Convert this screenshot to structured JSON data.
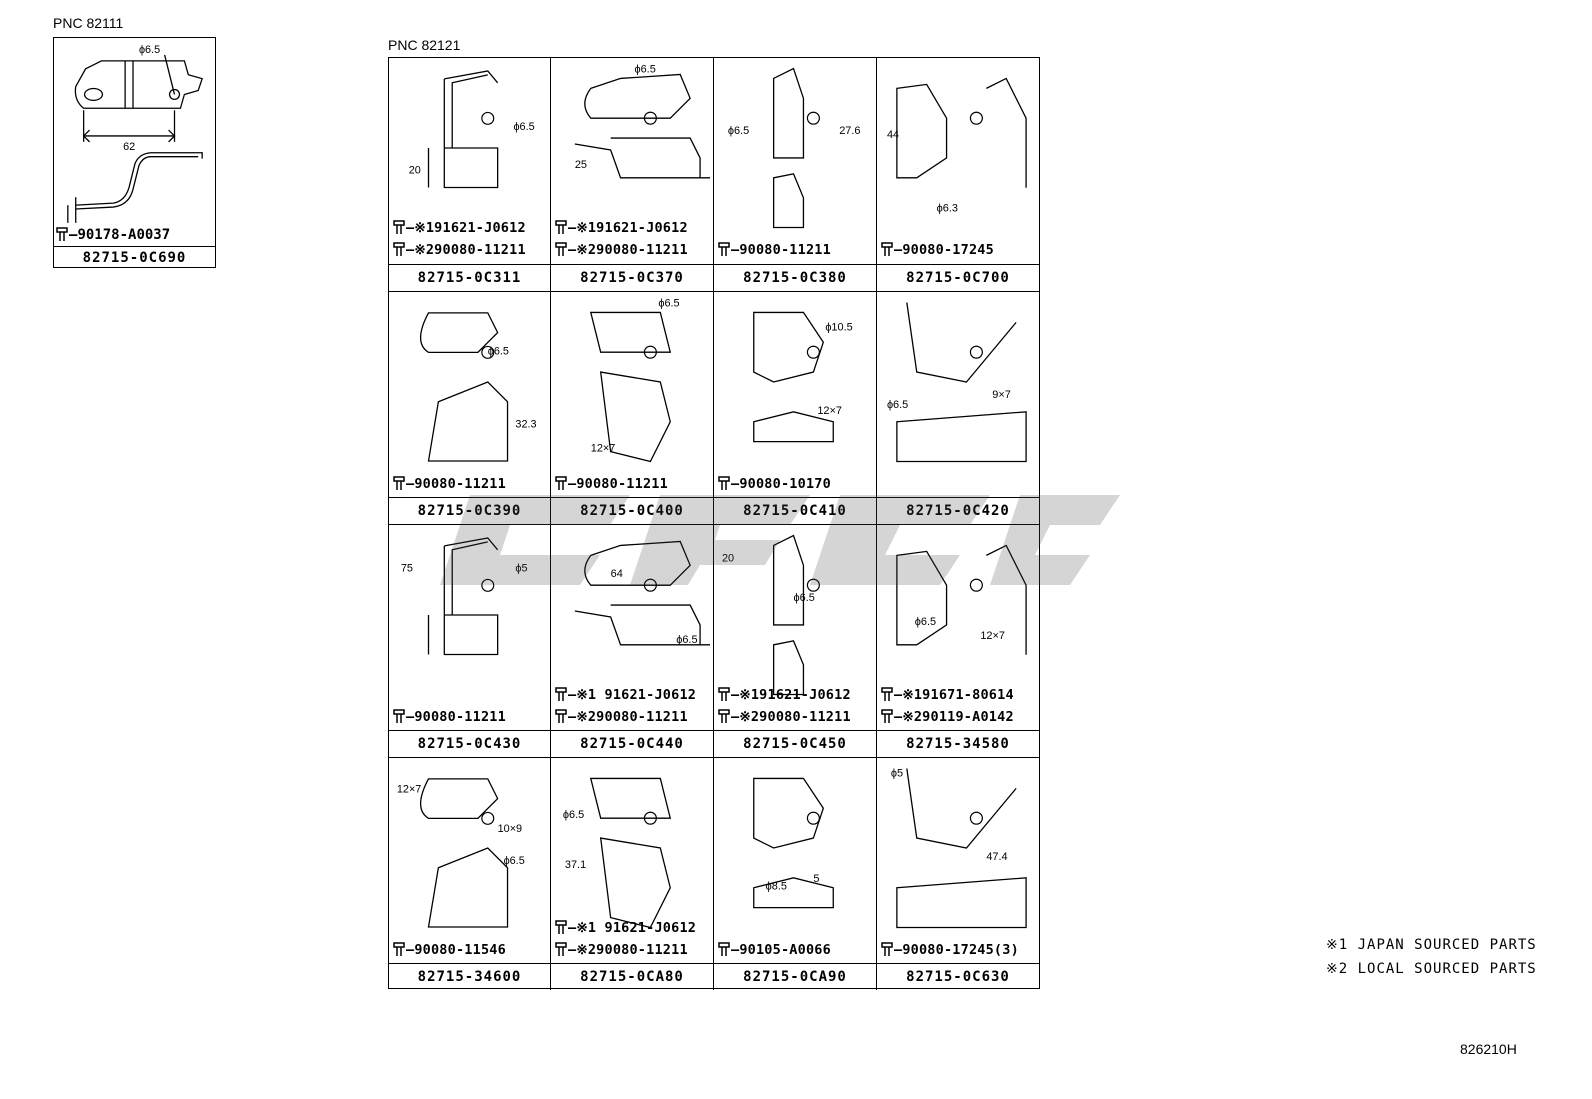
{
  "pnc_left": "PNC 82111",
  "pnc_right": "PNC 82121",
  "main_part": {
    "dims": [
      "ϕ6.5",
      "62"
    ],
    "bolt": "90178-A0037",
    "part_no": "82715-0C690"
  },
  "cells": [
    {
      "part_no": "82715-0C311",
      "bolt1": "※191621-J0612",
      "bolt2": "※290080-11211",
      "dims": [
        "ϕ6.5",
        "20"
      ]
    },
    {
      "part_no": "82715-0C370",
      "bolt1": "※191621-J0612",
      "bolt2": "※290080-11211",
      "dims": [
        "ϕ6.5",
        "25"
      ]
    },
    {
      "part_no": "82715-0C380",
      "bolt1": "90080-11211",
      "bolt2": "",
      "dims": [
        "ϕ6.5",
        "27.6"
      ]
    },
    {
      "part_no": "82715-0C700",
      "bolt1": "90080-17245",
      "bolt2": "",
      "dims": [
        "44",
        "ϕ6.3"
      ]
    },
    {
      "part_no": "82715-0C390",
      "bolt1": "90080-11211",
      "bolt2": "",
      "dims": [
        "ϕ6.5",
        "32.3"
      ]
    },
    {
      "part_no": "82715-0C400",
      "bolt1": "90080-11211",
      "bolt2": "",
      "dims": [
        "ϕ6.5",
        "12×7"
      ]
    },
    {
      "part_no": "82715-0C410",
      "bolt1": "90080-10170",
      "bolt2": "",
      "dims": [
        "ϕ10.5",
        "12×7"
      ]
    },
    {
      "part_no": "82715-0C420",
      "bolt1": "",
      "bolt2": "",
      "dims": [
        "ϕ6.5",
        "9×7"
      ]
    },
    {
      "part_no": "82715-0C430",
      "bolt1": "90080-11211",
      "bolt2": "",
      "dims": [
        "75",
        "ϕ5"
      ]
    },
    {
      "part_no": "82715-0C440",
      "bolt1": "※1 91621-J0612",
      "bolt2": "※290080-11211",
      "dims": [
        "64",
        "ϕ6.5"
      ]
    },
    {
      "part_no": "82715-0C450",
      "bolt1": "※191621-J0612",
      "bolt2": "※290080-11211",
      "dims": [
        "20",
        "ϕ6.5"
      ]
    },
    {
      "part_no": "82715-34580",
      "bolt1": "※191671-80614",
      "bolt2": "※290119-A0142",
      "dims": [
        "ϕ6.5",
        "12×7"
      ]
    },
    {
      "part_no": "82715-34600",
      "bolt1": "90080-11546",
      "bolt2": "",
      "dims": [
        "12×7",
        "10×9",
        "ϕ6.5"
      ]
    },
    {
      "part_no": "82715-0CA80",
      "bolt1": "※1 91621-J0612",
      "bolt2": "※290080-11211",
      "dims": [
        "ϕ6.5",
        "37.1"
      ]
    },
    {
      "part_no": "82715-0CA90",
      "bolt1": "90105-A0066",
      "bolt2": "",
      "dims": [
        "ϕ8.5",
        "5"
      ]
    },
    {
      "part_no": "82715-0C630",
      "bolt1": "90080-17245(3)",
      "bolt2": "",
      "dims": [
        "ϕ5",
        "47.4"
      ]
    }
  ],
  "legend": [
    "※1 JAPAN SOURCED PARTS",
    "※2 LOCAL SOURCED PARTS"
  ],
  "doc_id": "826210H"
}
